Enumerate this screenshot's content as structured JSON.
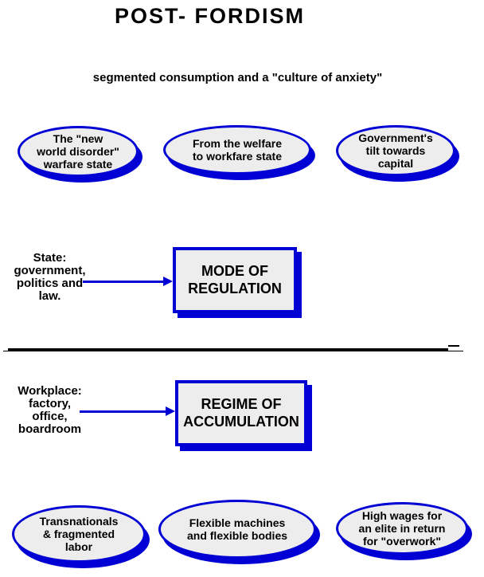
{
  "colors": {
    "accent_blue": "#0000D4",
    "shape_fill": "#EDEDED",
    "text": "#000000",
    "background": "#FFFFFF"
  },
  "title": "POST- FORDISM",
  "subtitle": "segmented consumption and a \"culture of anxiety\"",
  "ellipses": [
    {
      "id": "warfare-state",
      "label": "The \"new\nworld disorder\"\nwarfare state"
    },
    {
      "id": "welfare-workfare",
      "label": "From the  welfare\nto workfare state"
    },
    {
      "id": "government-tilt",
      "label": "Government's\ntilt towards\ncapital"
    },
    {
      "id": "transnationals",
      "label": "Transnationals\n& fragmented\nlabor"
    },
    {
      "id": "flexible-machines",
      "label": "Flexible machines\nand flexible bodies"
    },
    {
      "id": "high-wages",
      "label": "High wages for\nan elite in return\nfor \"overwork\""
    }
  ],
  "boxes": [
    {
      "id": "mode-of-regulation",
      "label": "MODE OF\nREGULATION"
    },
    {
      "id": "regime-of-accumulation",
      "label": "REGIME OF\nACCUMULATION"
    }
  ],
  "side_labels": [
    {
      "id": "state",
      "text": "State:\ngovernment,\npolitics and\nlaw."
    },
    {
      "id": "workplace",
      "text": "Workplace:\nfactory,\noffice,\nboardroom"
    }
  ]
}
